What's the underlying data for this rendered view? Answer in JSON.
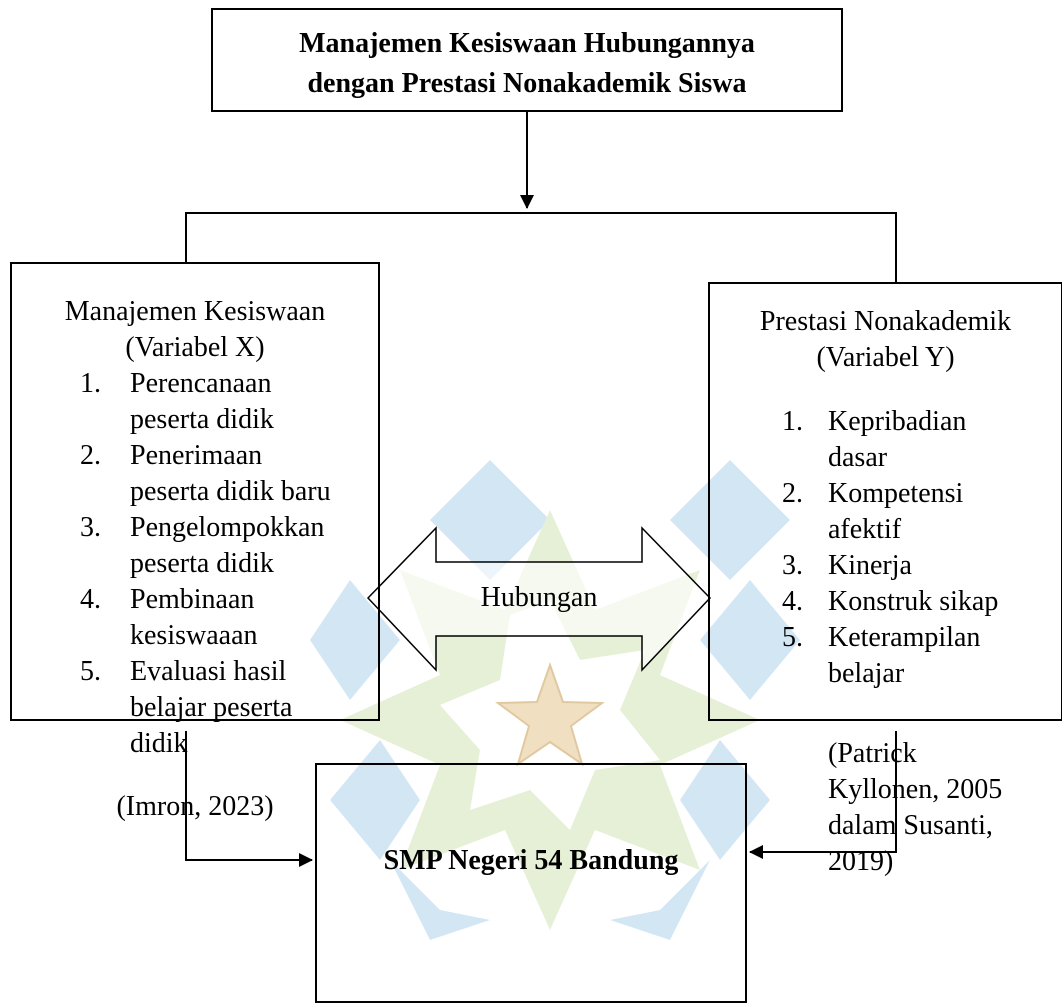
{
  "title": [
    "Manajemen Kesiswaan Hubungannya",
    "dengan Prestasi Nonakademik Siswa"
  ],
  "left": {
    "heading": [
      "Manajemen Kesiswaan",
      "(Variabel X)"
    ],
    "items": [
      {
        "num": "1.",
        "lines": [
          "Perencanaan",
          "peserta didik"
        ]
      },
      {
        "num": "2.",
        "lines": [
          "Penerimaan",
          "peserta didik baru"
        ]
      },
      {
        "num": "3.",
        "lines": [
          "Pengelompokkan",
          "peserta didik"
        ]
      },
      {
        "num": "4.",
        "lines": [
          "Pembinaan",
          "kesiswaaan"
        ]
      },
      {
        "num": "5.",
        "lines": [
          "Evaluasi hasil",
          "belajar peserta",
          "didik"
        ]
      }
    ],
    "citation": "(Imron, 2023)"
  },
  "right": {
    "heading": [
      "Prestasi Nonakademik",
      "(Variabel Y)"
    ],
    "items": [
      {
        "num": "1.",
        "lines": [
          "Kepribadian",
          "dasar"
        ]
      },
      {
        "num": "2.",
        "lines": [
          "Kompetensi",
          "afektif"
        ]
      },
      {
        "num": "3.",
        "lines": [
          "Kinerja"
        ]
      },
      {
        "num": "4.",
        "lines": [
          "Konstruk sikap"
        ]
      },
      {
        "num": "5.",
        "lines": [
          "Keterampilan",
          "belajar"
        ]
      }
    ],
    "citation": [
      "(Patrick",
      "Kyllonen, 2005",
      "dalam Susanti,",
      "2019)"
    ]
  },
  "relation_label": "Hubungan",
  "bottom": "SMP Negeri 54 Bandung",
  "colors": {
    "line": "#000000",
    "watermark_blue": "#cfe3f2",
    "watermark_green": "#e4efd3",
    "watermark_star": "#f3e2c6"
  }
}
